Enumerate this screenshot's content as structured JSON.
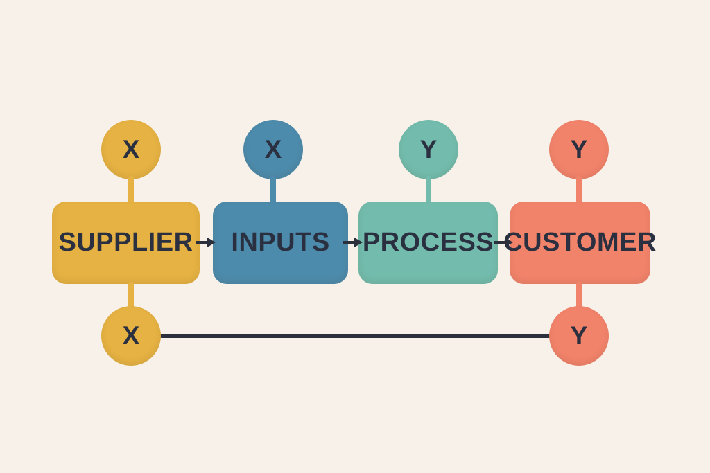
{
  "diagram": {
    "background_color": "#F7F1EA",
    "text_color": "#2A3040",
    "connector_color": "#2B303C",
    "boxes": [
      {
        "label": "SUPPLIER",
        "color": "#E6B243"
      },
      {
        "label": "INPUTS",
        "color": "#4D8BAC"
      },
      {
        "label": "PROCESS",
        "color": "#73BCAD"
      },
      {
        "label": "CUSTOMER",
        "color": "#F2836B"
      }
    ],
    "top_circles": [
      {
        "label": "X",
        "color": "#E6B243"
      },
      {
        "label": "X",
        "color": "#4D8BAC"
      },
      {
        "label": "Y",
        "color": "#73BCAD"
      },
      {
        "label": "Y",
        "color": "#F2836B"
      }
    ],
    "bottom_circles": [
      {
        "label": "X",
        "color": "#E6B243"
      },
      {
        "label": "Y",
        "color": "#F2836B"
      }
    ]
  }
}
